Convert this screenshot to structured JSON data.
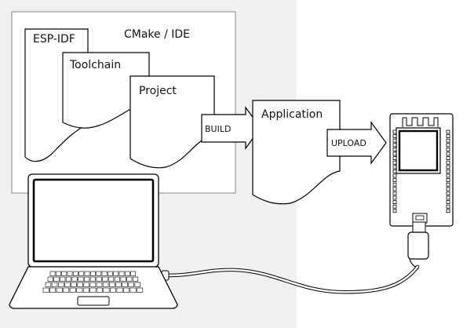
{
  "labels": {
    "cmake_ide": "CMake / IDE",
    "esp_idf": "ESP-IDF",
    "toolchain": "Toolchain",
    "project": "Project",
    "build": "BUILD",
    "application": "Application",
    "upload": "UPLOAD"
  },
  "colors": {
    "gray_panel": "#f0f0f0",
    "white_box": "#ffffff",
    "stroke": "#000000",
    "text": "#111111"
  }
}
